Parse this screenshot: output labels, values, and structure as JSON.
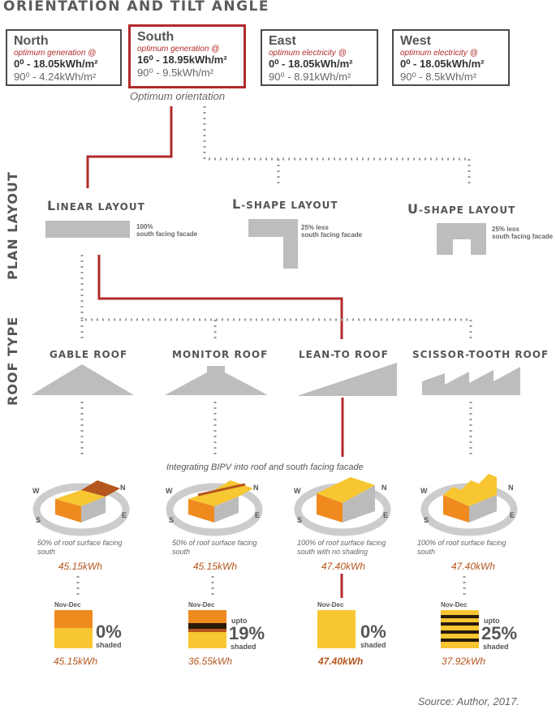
{
  "title": "ORIENTATION AND TILT ANGLE",
  "orientations": [
    {
      "name": "North",
      "sub": "optimum generation @",
      "v1": "0⁰ - 18.05kWh/m²",
      "v2": "90⁰ - 4.24kWh/m²"
    },
    {
      "name": "South",
      "sub": "optimum generation @",
      "v1": "16⁰ - 18.95kWh/m²",
      "v2": "90⁰ - 9.5kWh/m²"
    },
    {
      "name": "East",
      "sub": "optimum electricity @",
      "v1": "0⁰ - 18.05kWh/m²",
      "v2": "90⁰ - 8.91kWh/m²"
    },
    {
      "name": "West",
      "sub": "optimum electricity @",
      "v1": "0⁰ - 18.05kWh/m²",
      "v2": "90⁰ - 8.5kWh/m²"
    }
  ],
  "optimum_caption": "Optimum orientation",
  "plan_layout_label": "PLAN LAYOUT",
  "roof_type_label": "ROOF TYPE",
  "layouts": [
    {
      "first": "L",
      "rest": "INEAR LAYOUT",
      "note1": "100%",
      "note2": "south facing facade"
    },
    {
      "first": "L",
      "rest": "-SHAPE LAYOUT",
      "note1": "25% less",
      "note2": "south facing facade"
    },
    {
      "first": "U",
      "rest": "-SHAPE LAYOUT",
      "note1": "25% less",
      "note2": "south facing facade"
    }
  ],
  "roofs": [
    "GABLE ROOF",
    "MONITOR ROOF",
    "LEAN-TO ROOF",
    "SCISSOR-TOOTH ROOF"
  ],
  "bipv_caption": "Integrating BIPV into roof and south facing facade",
  "compass": {
    "n": "N",
    "s": "S",
    "e": "E",
    "w": "W"
  },
  "roof_results": [
    {
      "caption1": "50% of roof surface facing",
      "caption2": "south",
      "energy": "45.15kWh"
    },
    {
      "caption1": "50% of roof surface facing",
      "caption2": "south",
      "energy": "45.15kWh"
    },
    {
      "caption1": "100% of roof surface facing",
      "caption2": "south with no shading",
      "energy": "47.40kWh"
    },
    {
      "caption1": "100% of roof surface facing",
      "caption2": "south",
      "energy": "47.40kWh"
    }
  ],
  "shading": [
    {
      "period": "Nov-Dec",
      "upto": "",
      "pct": "0%",
      "label": "shaded",
      "energy": "45.15kWh"
    },
    {
      "period": "Nov-Dec",
      "upto": "upto",
      "pct": "19%",
      "label": "shaded",
      "energy": "36.55kWh"
    },
    {
      "period": "Nov-Dec",
      "upto": "",
      "pct": "0%",
      "label": "shaded",
      "energy": "47.40kWh"
    },
    {
      "period": "Nov-Dec",
      "upto": "upto",
      "pct": "25%",
      "label": "shaded",
      "energy": "37.92kWh"
    }
  ],
  "source": "Source: Author, 2017.",
  "colors": {
    "red": "#b22a2a",
    "grey": "#bdbdbd",
    "yellow": "#f7c631",
    "orange": "#ef8a1f"
  }
}
